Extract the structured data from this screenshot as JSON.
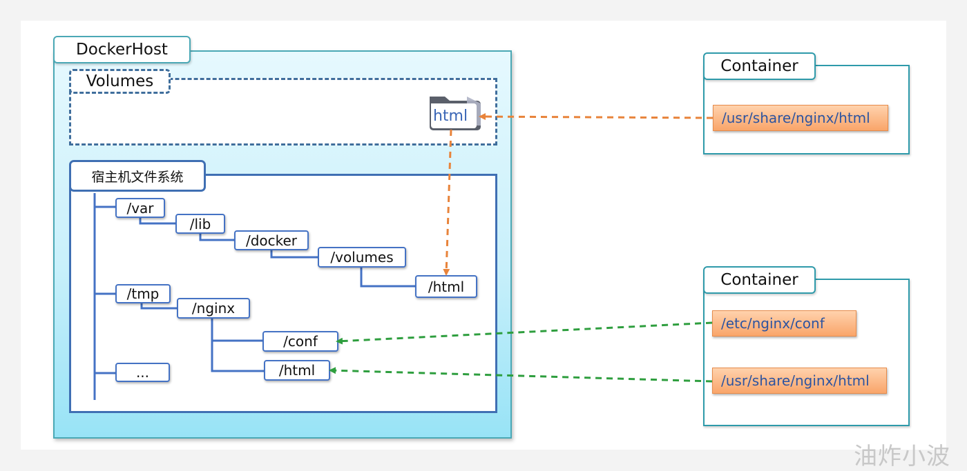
{
  "host": {
    "title": "DockerHost"
  },
  "volumes": {
    "title": "Volumes",
    "folder_label": "html"
  },
  "filesystem": {
    "title": "宿主机文件系统",
    "nodes": {
      "var": "/var",
      "lib": "/lib",
      "docker": "/docker",
      "volumes": "/volumes",
      "vol_html": "/html",
      "tmp": "/tmp",
      "nginx": "/nginx",
      "conf": "/conf",
      "nginx_html": "/html",
      "ellipsis": "..."
    }
  },
  "containers": [
    {
      "title": "Container",
      "mounts": [
        "/usr/share/nginx/html"
      ]
    },
    {
      "title": "Container",
      "mounts": [
        "/etc/nginx/conf",
        "/usr/share/nginx/html"
      ]
    }
  ],
  "watermark": "油炸小波",
  "colors": {
    "host_border": "#4aa8b5",
    "fs_border": "#3f6fb3",
    "volume_arrow": "#e8833a",
    "bind_arrow": "#2e9e3e",
    "mount_fill": "#f9a56a"
  }
}
